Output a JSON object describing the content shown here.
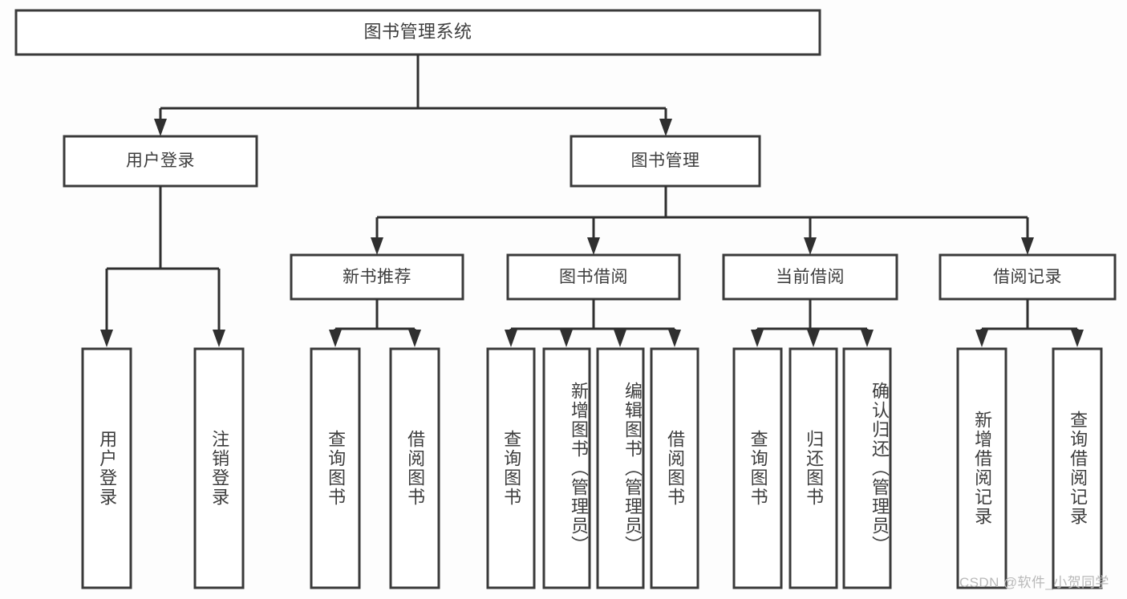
{
  "diagram": {
    "title": "图书管理系统",
    "type": "tree-hierarchy-chart",
    "watermark": "CSDN @软件_小贺同学",
    "colors": {
      "box_stroke": "#3a3a3a",
      "box_fill": "#ffffff",
      "connector": "#2f2f2f",
      "text": "#3d3d3d",
      "background": "#ffffff",
      "watermark": "#b9b9b9"
    },
    "nodes": {
      "root": {
        "label": "图书管理系统"
      },
      "level2": [
        {
          "id": "user-login",
          "label": "用户登录"
        },
        {
          "id": "book-management",
          "label": "图书管理"
        }
      ],
      "level3": [
        {
          "id": "new-book-recommend",
          "label": "新书推荐"
        },
        {
          "id": "book-borrow",
          "label": "图书借阅"
        },
        {
          "id": "current-borrow",
          "label": "当前借阅"
        },
        {
          "id": "borrow-record",
          "label": "借阅记录"
        }
      ],
      "leaves": {
        "user_login": [
          {
            "id": "leaf-user-login",
            "label": "用户登录"
          },
          {
            "id": "leaf-logout-login",
            "label": "注销登录"
          }
        ],
        "new_book_recommend": [
          {
            "id": "leaf-query-book-1",
            "label": "查询图书"
          },
          {
            "id": "leaf-borrow-book-1",
            "label": "借阅图书"
          }
        ],
        "book_borrow": [
          {
            "id": "leaf-query-book-2",
            "label": "查询图书"
          },
          {
            "id": "leaf-add-book",
            "label": "新增图书（管理员）"
          },
          {
            "id": "leaf-edit-book",
            "label": "编辑图书（管理员）"
          },
          {
            "id": "leaf-borrow-book-2",
            "label": "借阅图书"
          }
        ],
        "current_borrow": [
          {
            "id": "leaf-query-book-3",
            "label": "查询图书"
          },
          {
            "id": "leaf-return-book",
            "label": "归还图书"
          },
          {
            "id": "leaf-confirm-return",
            "label": "确认归还（管理员）"
          }
        ],
        "borrow_record": [
          {
            "id": "leaf-add-record",
            "label": "新增借阅记录"
          },
          {
            "id": "leaf-query-record",
            "label": "查询借阅记录"
          }
        ]
      }
    }
  }
}
